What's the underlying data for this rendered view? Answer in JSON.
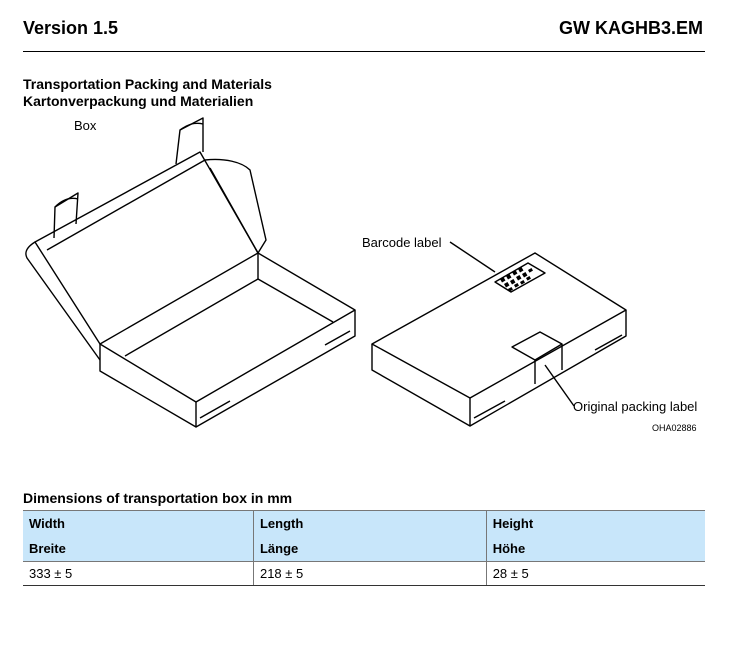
{
  "header": {
    "version": "Version 1.5",
    "product": "GW KAGHB3.EM"
  },
  "section": {
    "title_en": "Transportation Packing and Materials",
    "title_de": "Kartonverpackung und Materialien"
  },
  "figure": {
    "box_label": "Box",
    "barcode_label": "Barcode label",
    "original_label": "Original packing label",
    "figure_id": "OHA02886"
  },
  "dimensions": {
    "caption": "Dimensions of transportation box in mm",
    "columns": [
      {
        "en": "Width",
        "de": "Breite"
      },
      {
        "en": "Length",
        "de": "Länge"
      },
      {
        "en": "Height",
        "de": "Höhe"
      }
    ],
    "values": [
      "333 ± 5",
      "218 ± 5",
      "28 ± 5"
    ]
  },
  "colors": {
    "table_header": "#c8e6fa"
  }
}
